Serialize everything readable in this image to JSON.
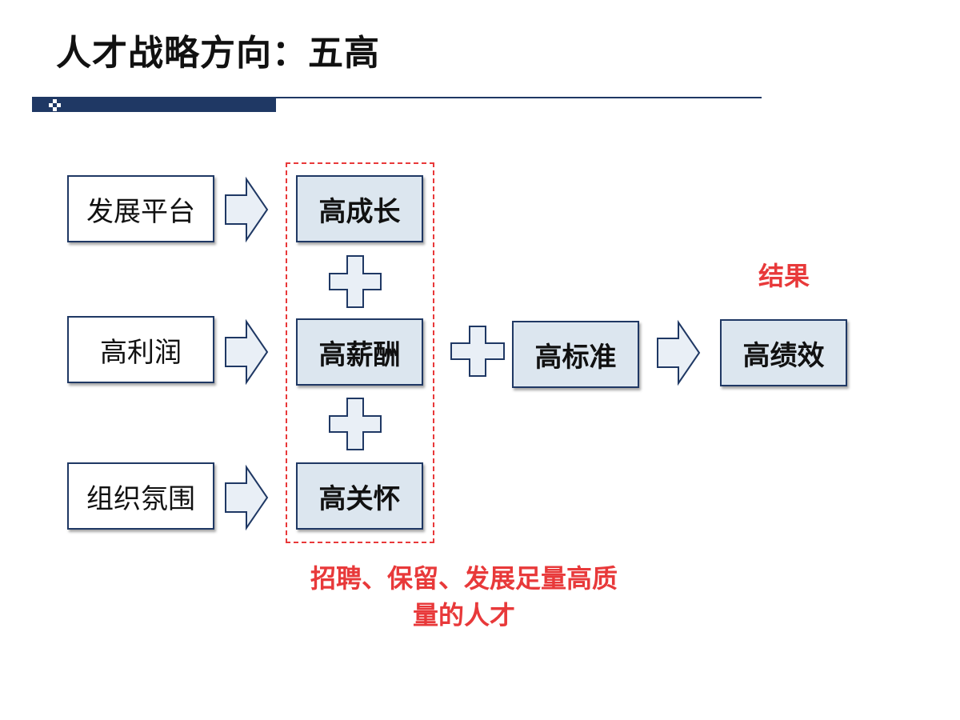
{
  "title": "人才战略方向：五高",
  "left_factors": [
    "发展平台",
    "高利润",
    "组织氛围"
  ],
  "core_items": [
    "高成长",
    "高薪酬",
    "高关怀"
  ],
  "middle_item": "高标准",
  "result_label": "结果",
  "result_item": "高绩效",
  "bottom_note": {
    "line1": "招聘、保留、发展足量高质",
    "line2": "量的人才"
  },
  "colors": {
    "navy": "#1f3864",
    "core_fill": "#dce6ef",
    "arrow_fill": "#e9eff6",
    "accent_red": "#e8393a"
  }
}
